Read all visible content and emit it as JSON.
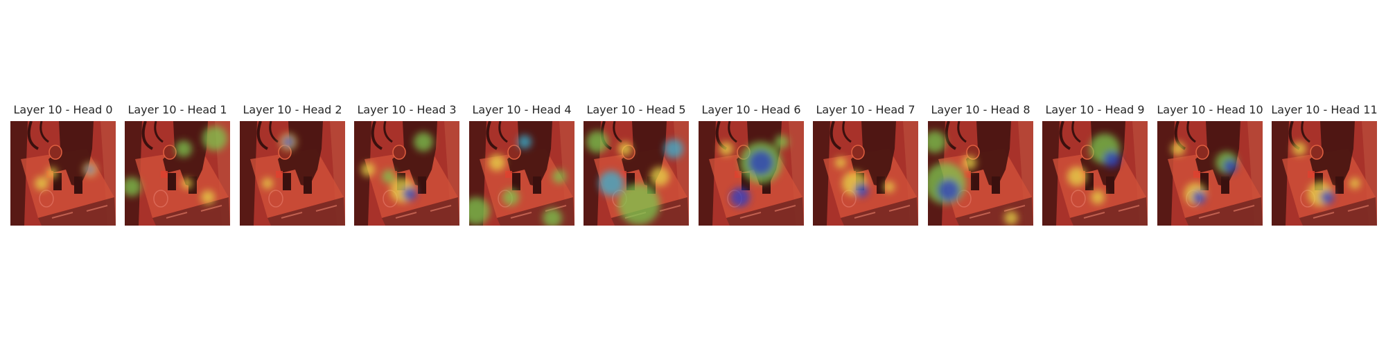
{
  "panels": [
    {
      "title": "Layer 10 - Head 0"
    },
    {
      "title": "Layer 10 - Head 1"
    },
    {
      "title": "Layer 10 - Head 2"
    },
    {
      "title": "Layer 10 - Head 3"
    },
    {
      "title": "Layer 10 - Head 4"
    },
    {
      "title": "Layer 10 - Head 5"
    },
    {
      "title": "Layer 10 - Head 6"
    },
    {
      "title": "Layer 10 - Head 7"
    },
    {
      "title": "Layer 10 - Head 8"
    },
    {
      "title": "Layer 10 - Head 9"
    },
    {
      "title": "Layer 10 - Head 10"
    },
    {
      "title": "Layer 10 - Head 11"
    }
  ],
  "colors": {
    "scene_dark": "#4a1512",
    "scene_red": "#a8322a",
    "scene_bright": "#d0503a",
    "heat_yellow": "#e8d84a",
    "heat_green": "#7ec850",
    "heat_cyan": "#3ab4d4",
    "heat_blue": "#2a3cc8"
  },
  "icons": {
    "panel_image": "attention-heatmap-icon"
  }
}
